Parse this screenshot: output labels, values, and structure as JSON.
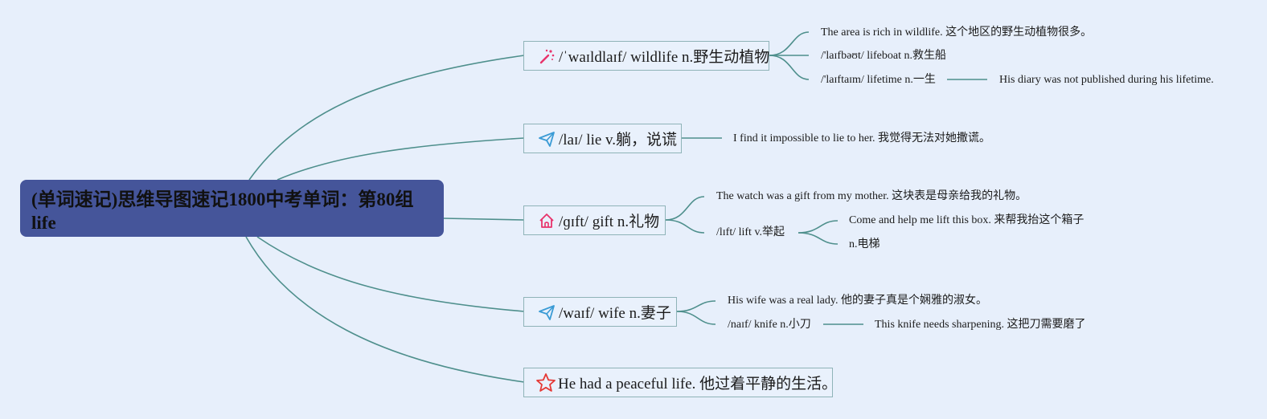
{
  "root": {
    "title_line1": "(单词速记)思维导图速记1800中考单词：第80组",
    "title_line2": "life"
  },
  "branches": [
    {
      "label": "/ˈwaɪldlaɪf/ wildlife n.野生动植物",
      "icon": "magic-wand-icon",
      "children": [
        {
          "text": "The area is rich in wildlife. 这个地区的野生动植物很多。"
        },
        {
          "text": "/'laɪfbəʊt/ lifeboat n.救生船"
        },
        {
          "text": "/'laɪftaɪm/ lifetime n.一生",
          "child": "His diary was not published during his lifetime."
        }
      ]
    },
    {
      "label": "/laɪ/ lie v.躺，说谎",
      "icon": "paper-plane-icon",
      "children": [
        {
          "text": "I find it impossible to lie to her. 我觉得无法对她撒谎。"
        }
      ]
    },
    {
      "label": "/ɡɪft/ gift n.礼物",
      "icon": "home-icon",
      "children": [
        {
          "text": "The watch was a gift from my mother. 这块表是母亲给我的礼物。"
        },
        {
          "text": "/lɪft/ lift v.举起",
          "grandchildren": [
            "Come and help me lift this box. 来帮我抬这个箱子",
            "n.电梯"
          ]
        }
      ]
    },
    {
      "label": "/waɪf/ wife n.妻子",
      "icon": "paper-plane-icon",
      "children": [
        {
          "text": "His wife was a real lady. 他的妻子真是个娴雅的淑女。"
        },
        {
          "text": "/naɪf/ knife n.小刀",
          "child": "This knife needs sharpening. 这把刀需要磨了"
        }
      ]
    },
    {
      "label": "He had a peaceful life. 他过着平静的生活。",
      "icon": "star-icon",
      "children": []
    }
  ],
  "colors": {
    "background": "#e7effb",
    "root_fill": "#45559a",
    "connector": "#4e8f8c",
    "node_border": "#8fb3b8",
    "icon_pink": "#e8336b",
    "icon_blue": "#3a9bd5",
    "icon_red": "#e53935"
  }
}
